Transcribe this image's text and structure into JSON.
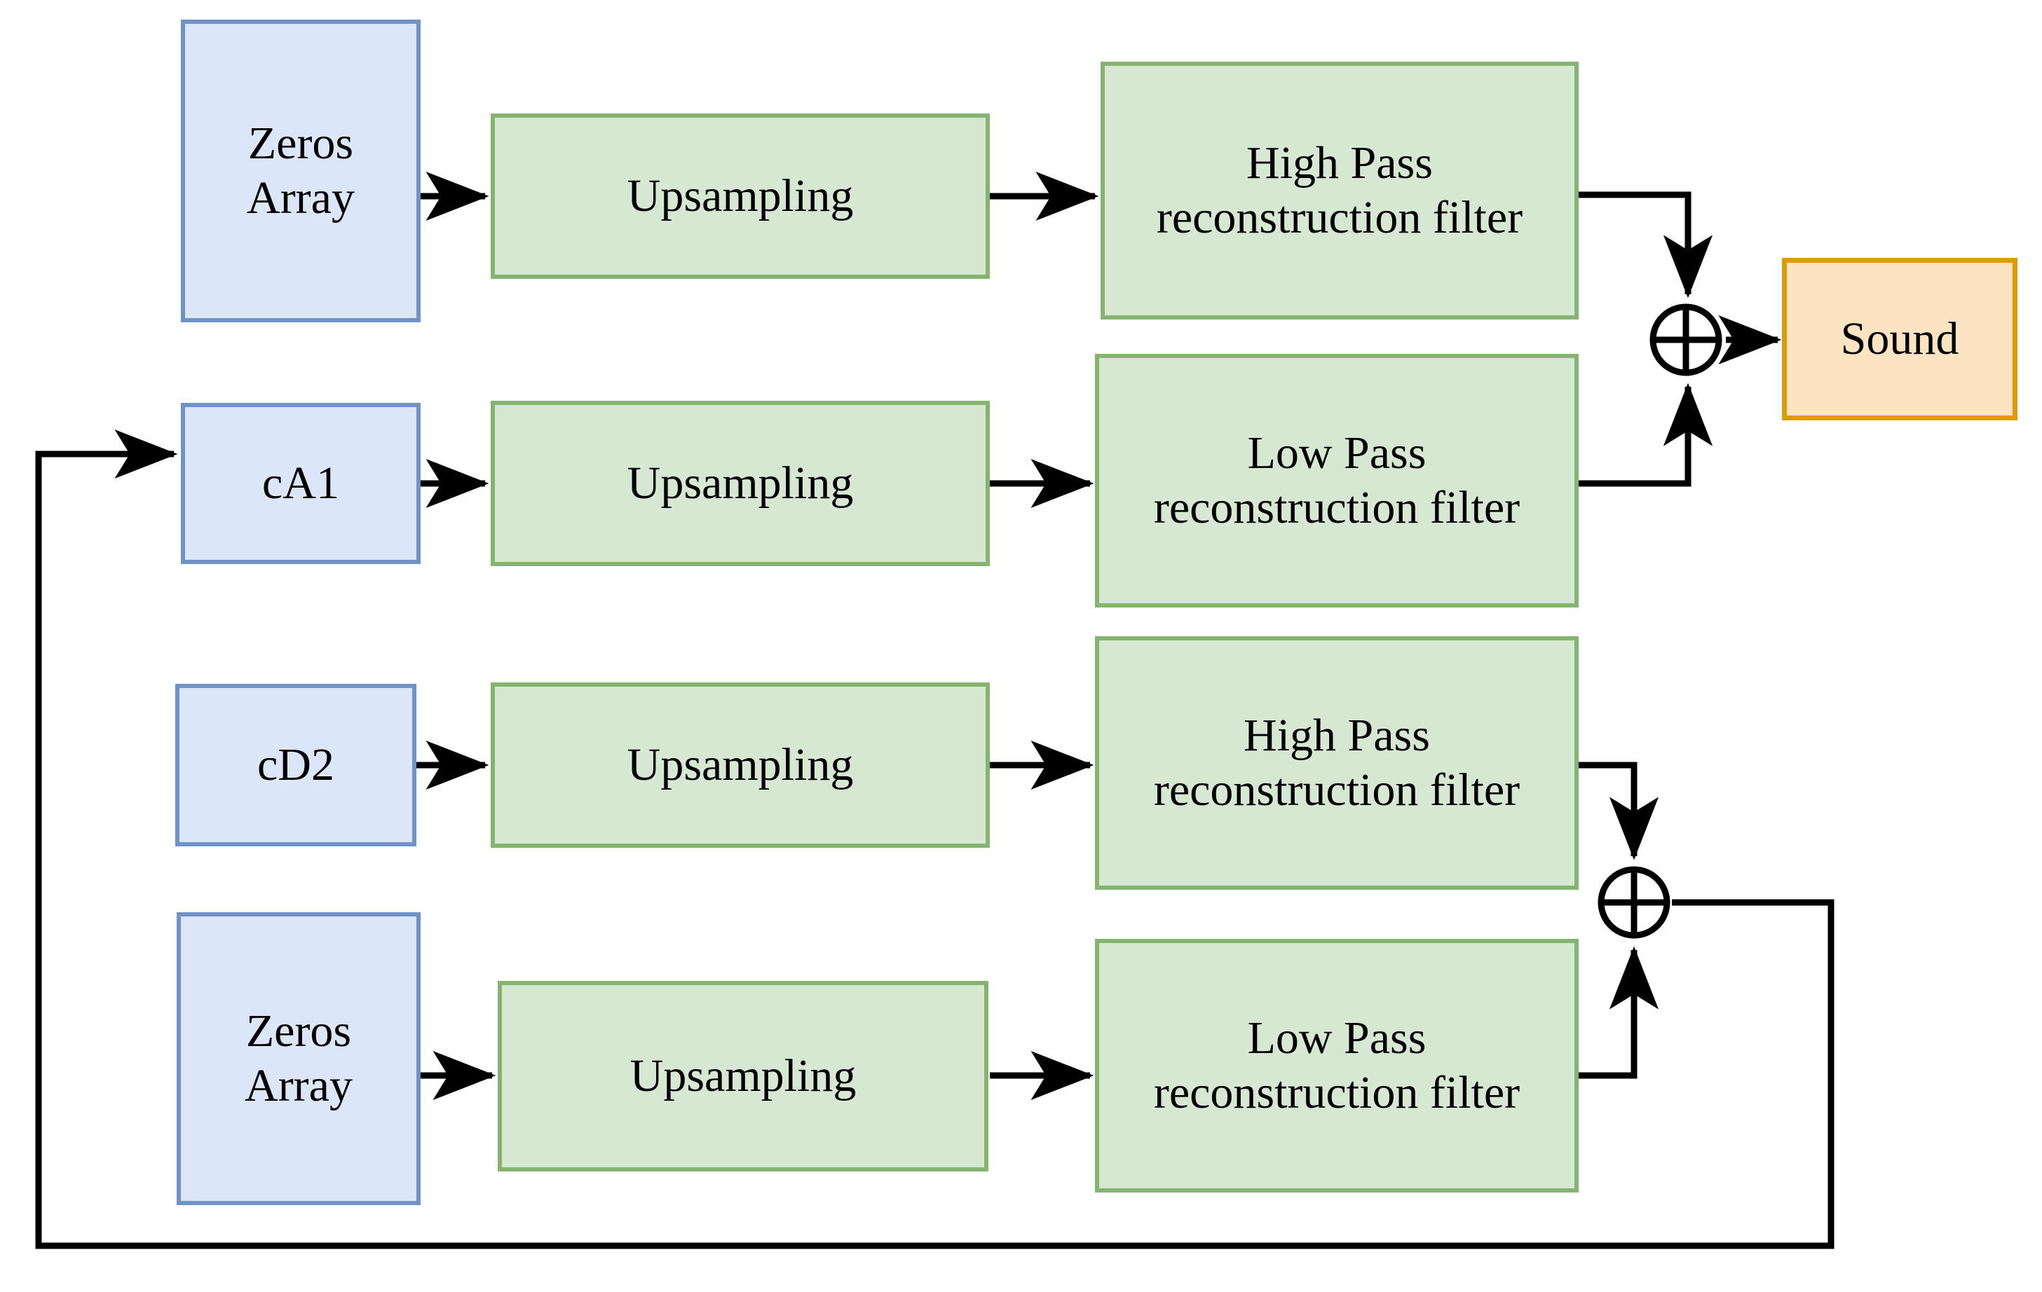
{
  "diagram": {
    "title": "Wavelet reconstruction (inverse DWT) signal flow block diagram",
    "colors": {
      "blue_fill": "#dbe7f8",
      "blue_border": "#6f92c7",
      "green_fill": "#d6e8d2",
      "green_border": "#84b470",
      "orange_fill": "#fce3c2",
      "orange_border": "#dc9b09",
      "wire": "#000000",
      "background": "#ffffff"
    },
    "rows": [
      {
        "id": "row-1",
        "source": {
          "label": "Zeros\nArray",
          "kind": "blue"
        },
        "upsampling": {
          "label": "Upsampling",
          "kind": "green"
        },
        "filter": {
          "label": "High Pass\nreconstruction filter",
          "kind": "green"
        }
      },
      {
        "id": "row-2",
        "source": {
          "label": "cA1",
          "kind": "blue"
        },
        "upsampling": {
          "label": "Upsampling",
          "kind": "green"
        },
        "filter": {
          "label": "Low Pass\nreconstruction filter",
          "kind": "green"
        }
      },
      {
        "id": "row-3",
        "source": {
          "label": "cD2",
          "kind": "blue"
        },
        "upsampling": {
          "label": "Upsampling",
          "kind": "green"
        },
        "filter": {
          "label": "High Pass\nreconstruction filter",
          "kind": "green"
        }
      },
      {
        "id": "row-4",
        "source": {
          "label": "Zeros\nArray",
          "kind": "blue"
        },
        "upsampling": {
          "label": "Upsampling",
          "kind": "green"
        },
        "filter": {
          "label": "Low Pass\nreconstruction filter",
          "kind": "green"
        }
      }
    ],
    "adders": [
      {
        "id": "adder-top",
        "symbol": "+",
        "inputs": [
          "High Pass reconstruction filter (row 1)",
          "Low Pass reconstruction filter (row 2)"
        ],
        "output": "Sound"
      },
      {
        "id": "adder-bottom",
        "symbol": "+",
        "inputs": [
          "High Pass reconstruction filter (row 3)",
          "Low Pass reconstruction filter (row 4)"
        ],
        "output": "cA1 (feedback)"
      }
    ],
    "output": {
      "label": "Sound",
      "kind": "orange"
    }
  }
}
